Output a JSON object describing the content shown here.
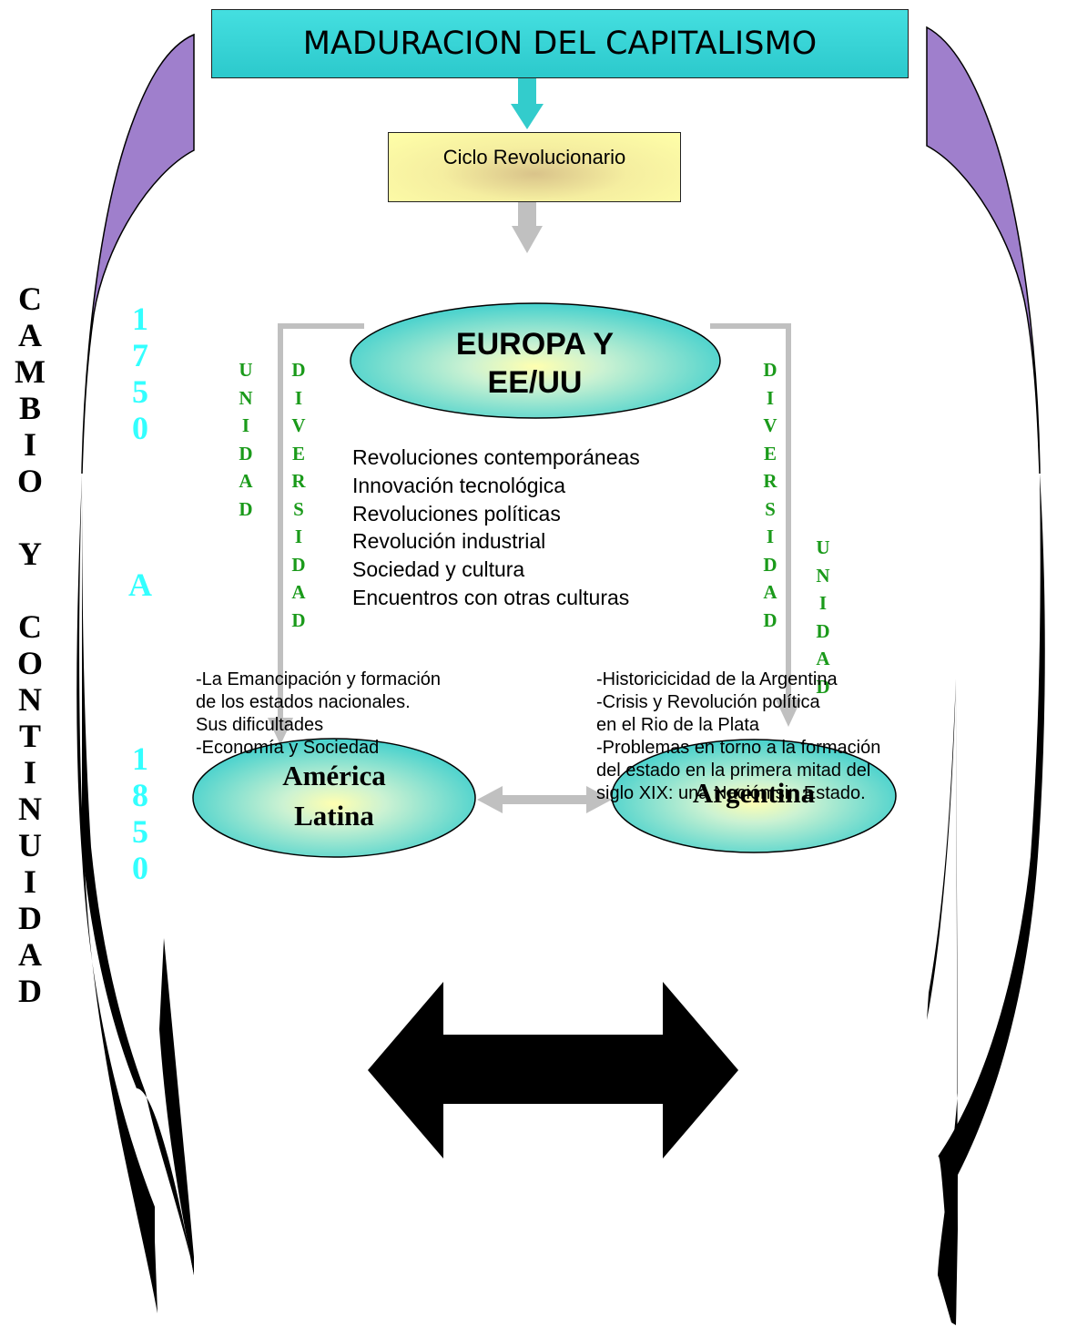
{
  "title": "MADURACION DEL CAPITALISMO",
  "cycle": "Ciclo Revolucionario",
  "europa": {
    "line1": "EUROPA Y",
    "line2": "EE/UU"
  },
  "side_label": [
    "C",
    "A",
    "M",
    "B",
    "I",
    "O",
    "",
    "Y",
    "",
    "C",
    "O",
    "N",
    "T",
    "I",
    "N",
    "U",
    "I",
    "D",
    "A",
    "D"
  ],
  "years": {
    "start": [
      "1",
      "7",
      "5",
      "0"
    ],
    "connector": "A",
    "end": [
      "1",
      "8",
      "5",
      "0"
    ]
  },
  "unidad": [
    "U",
    "N",
    "I",
    "D",
    "A",
    "D"
  ],
  "diversidad": [
    "D",
    "I",
    "V",
    "E",
    "R",
    "S",
    "I",
    "D",
    "A",
    "D"
  ],
  "topics": [
    "Revoluciones contemporáneas",
    "Innovación tecnológica",
    "Revoluciones políticas",
    "Revolución industrial",
    "Sociedad y cultura",
    "Encuentros con otras culturas"
  ],
  "america_latina": {
    "line1": "América",
    "line2": "Latina",
    "notes": [
      "-La Emancipación y formación",
      "de los estados nacionales.",
      "Sus dificultades",
      "-Economía y Sociedad"
    ]
  },
  "argentina": {
    "label": "Argentina",
    "notes": [
      "-Historicicidad de la Argentina",
      "-Crisis y Revolución política",
      "en el Rio de la Plata",
      "-Problemas en torno a la formación",
      "del estado en la primera mitad del",
      "siglo XIX: una Nación sin Estado."
    ]
  },
  "colors": {
    "title_fill": "#33cccc",
    "cycle_fill": "#ffffa8",
    "oval_fill": "#33cccc",
    "connector_gray": "#c0c0c0",
    "purple": "#9f7fcc",
    "year_cyan": "#33ffff",
    "letter_green": "#1a9a1a"
  }
}
